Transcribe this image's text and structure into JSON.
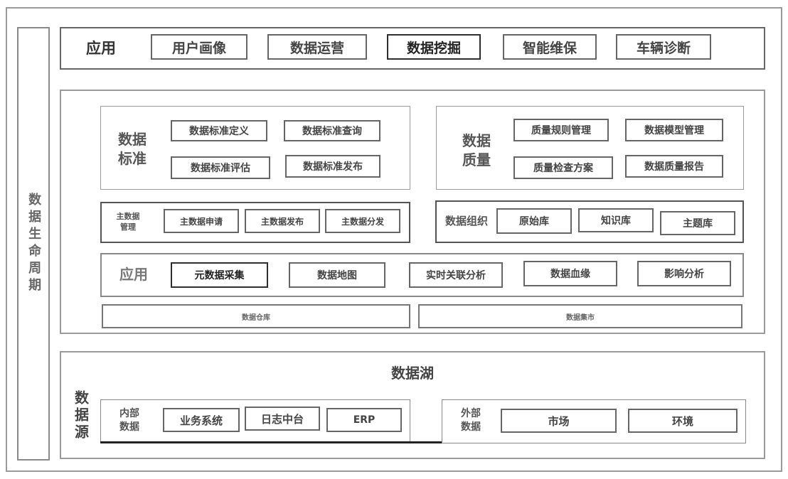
{
  "lifecycle": {
    "label": "数据生命周期"
  },
  "app_top": {
    "label": "应用",
    "items": [
      "用户画像",
      "数据运营",
      "数据挖掘",
      "智能维保",
      "车辆诊断"
    ]
  },
  "standard": {
    "label": "数据\n标准",
    "items": [
      "数据标准定义",
      "数据标准查询",
      "数据标准评估",
      "数据标准发布"
    ]
  },
  "quality": {
    "label": "数据\n质量",
    "items": [
      "质量规则管理",
      "数据模型管理",
      "质量检查方案",
      "数据质量报告"
    ]
  },
  "master": {
    "label": "主数据\n管理",
    "items": [
      "主数据申请",
      "主数据发布",
      "主数据分发"
    ]
  },
  "org": {
    "label": "数据组织",
    "items": [
      "原始库",
      "知识库",
      "主题库"
    ]
  },
  "app_mid": {
    "label": "应用",
    "items": [
      "元数据采集",
      "数据地图",
      "实时关联分析",
      "数据血缘",
      "影响分析"
    ]
  },
  "warehouse": {
    "label": "数据仓库"
  },
  "integration": {
    "label": "数据集市"
  },
  "lake": {
    "label": "数据湖"
  },
  "source": {
    "label": "数据源"
  },
  "internal": {
    "label": "内部\n数据",
    "items": [
      "业务系统",
      "日志中台",
      "ERP"
    ]
  },
  "external": {
    "label": "外部\n数据",
    "items": [
      "市场",
      "环境"
    ]
  }
}
